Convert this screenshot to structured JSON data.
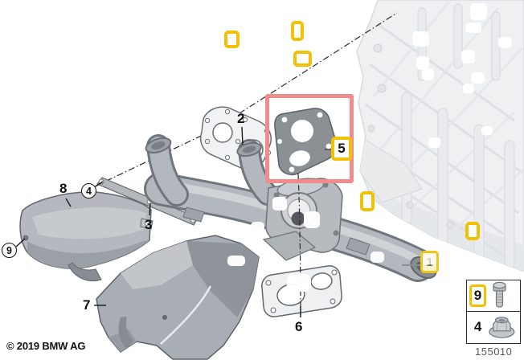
{
  "diagram": {
    "copyright": "© 2019 BMW AG",
    "diagram_number": "155010"
  },
  "callouts": {
    "c1": {
      "label": "1"
    },
    "c2": {
      "label": "2"
    },
    "c3": {
      "label": "3"
    },
    "c4": {
      "label": "4"
    },
    "c5": {
      "label": "5"
    },
    "c6": {
      "label": "6"
    },
    "c7": {
      "label": "7"
    },
    "c8": {
      "label": "8"
    },
    "c9": {
      "label": "9"
    }
  },
  "legend": {
    "rows": [
      {
        "label": "9",
        "icon": "bolt-icon",
        "highlighted": true
      },
      {
        "label": "4",
        "icon": "flange-nut-icon",
        "highlighted": false
      }
    ]
  },
  "colors": {
    "hotspot_yellow": "#F0C105",
    "selection_red": "#F28B8B"
  }
}
